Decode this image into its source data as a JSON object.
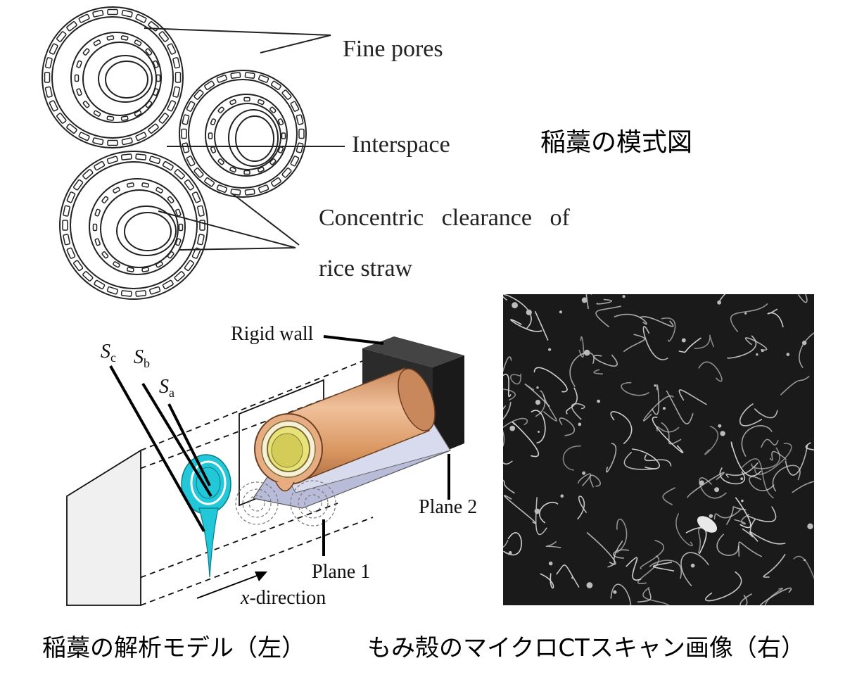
{
  "top_diagram": {
    "labels": {
      "fine_pores": "Fine pores",
      "interspace": "Interspace",
      "concentric_line1": "Concentric   clearance   of",
      "concentric_line2": "rice straw"
    },
    "title_jp": "稲藁の模式図"
  },
  "model_diagram": {
    "labels": {
      "rigid_wall": "Rigid wall",
      "plane1": "Plane 1",
      "plane2": "Plane 2",
      "x_direction": "-direction",
      "x_italic": "x",
      "s_c_base": "S",
      "s_c_sub": "c",
      "s_b_base": "S",
      "s_b_sub": "b",
      "s_a_base": "S",
      "s_a_sub": "a"
    },
    "colors": {
      "tube_outer": "#e0a578",
      "tube_inner": "#e8e27a",
      "cross_section": "#22c8d8",
      "wall": "#2a2a2a",
      "base_plate": "#b8bcd8"
    }
  },
  "ct_image": {
    "background": "#1a1a1a",
    "strand_color": "#d8d8d8"
  },
  "captions": {
    "left": "稲藁の解析モデル（左）",
    "right": "もみ殻のマイクロCTスキャン画像（右）"
  }
}
